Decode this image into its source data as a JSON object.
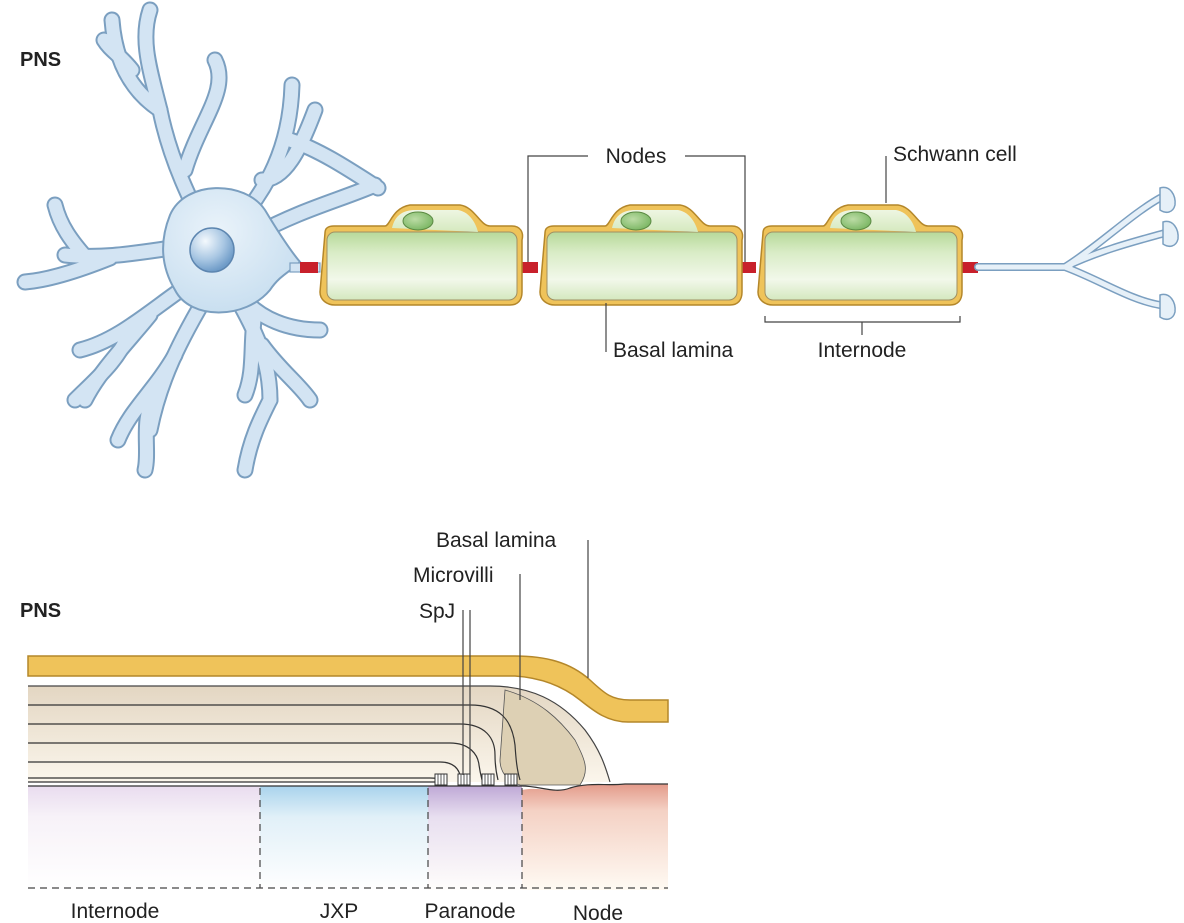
{
  "top_panel": {
    "title": "PNS",
    "labels": {
      "nodes": "Nodes",
      "schwann_cell": "Schwann cell",
      "basal_lamina": "Basal lamina",
      "internode": "Internode"
    }
  },
  "bottom_panel": {
    "title": "PNS",
    "labels": {
      "basal_lamina": "Basal lamina",
      "microvilli": "Microvilli",
      "spj": "SpJ"
    },
    "regions": {
      "internode": "Internode",
      "jxp": "JXP",
      "paranode": "Paranode",
      "node": "Node"
    }
  }
}
